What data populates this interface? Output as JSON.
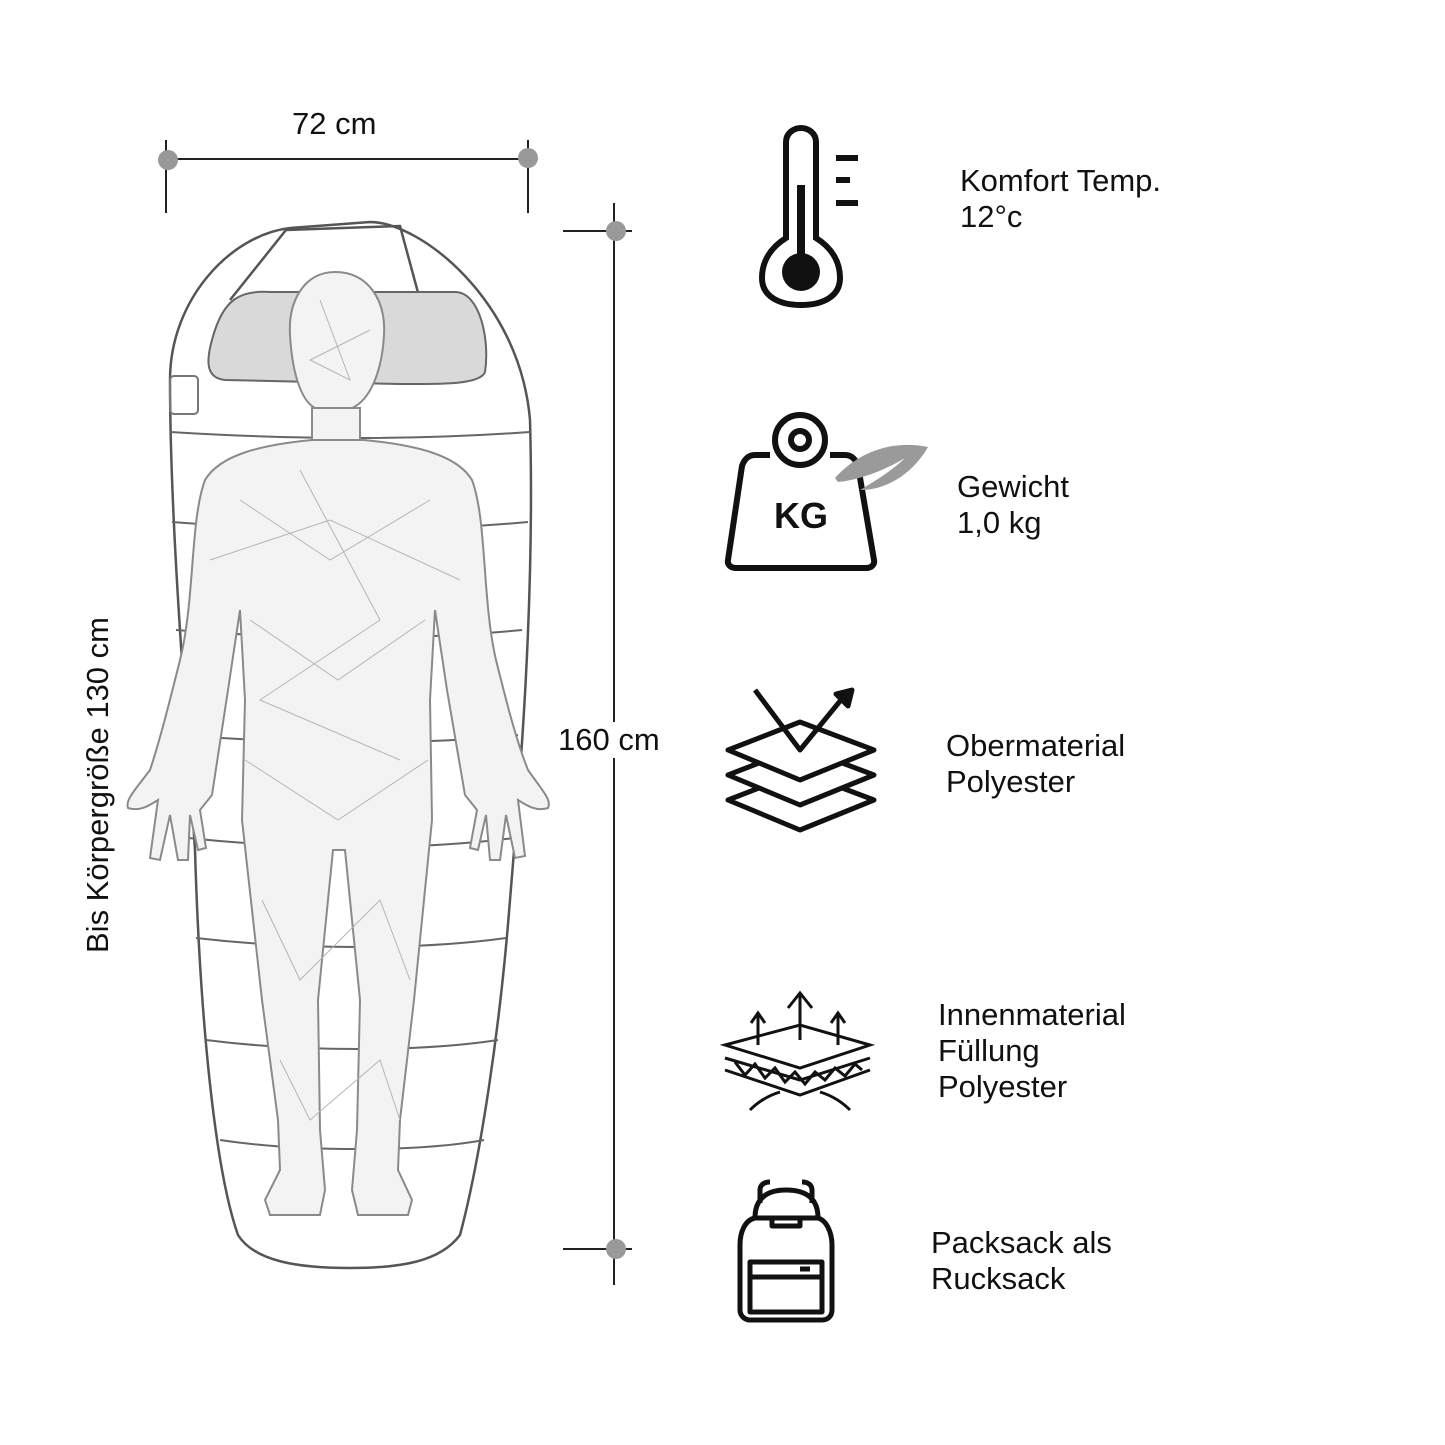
{
  "dimensions": {
    "width": "72 cm",
    "length": "160 cm",
    "body_height": "Bis Körpergröße 130 cm"
  },
  "icon_labels": {
    "kg": "KG"
  },
  "features": [
    {
      "icon": "thermometer-icon",
      "lines": [
        "Komfort Temp.",
        "12°c"
      ]
    },
    {
      "icon": "weight-feather-icon",
      "lines": [
        "Gewicht",
        "1,0 kg"
      ]
    },
    {
      "icon": "layers-breathable-icon",
      "lines": [
        "Obermaterial",
        "Polyester"
      ]
    },
    {
      "icon": "insulation-layer-icon",
      "lines": [
        "Innenmaterial",
        "Füllung",
        "Polyester"
      ]
    },
    {
      "icon": "backpack-icon",
      "lines": [
        "Packsack als",
        "Rucksack"
      ]
    }
  ]
}
